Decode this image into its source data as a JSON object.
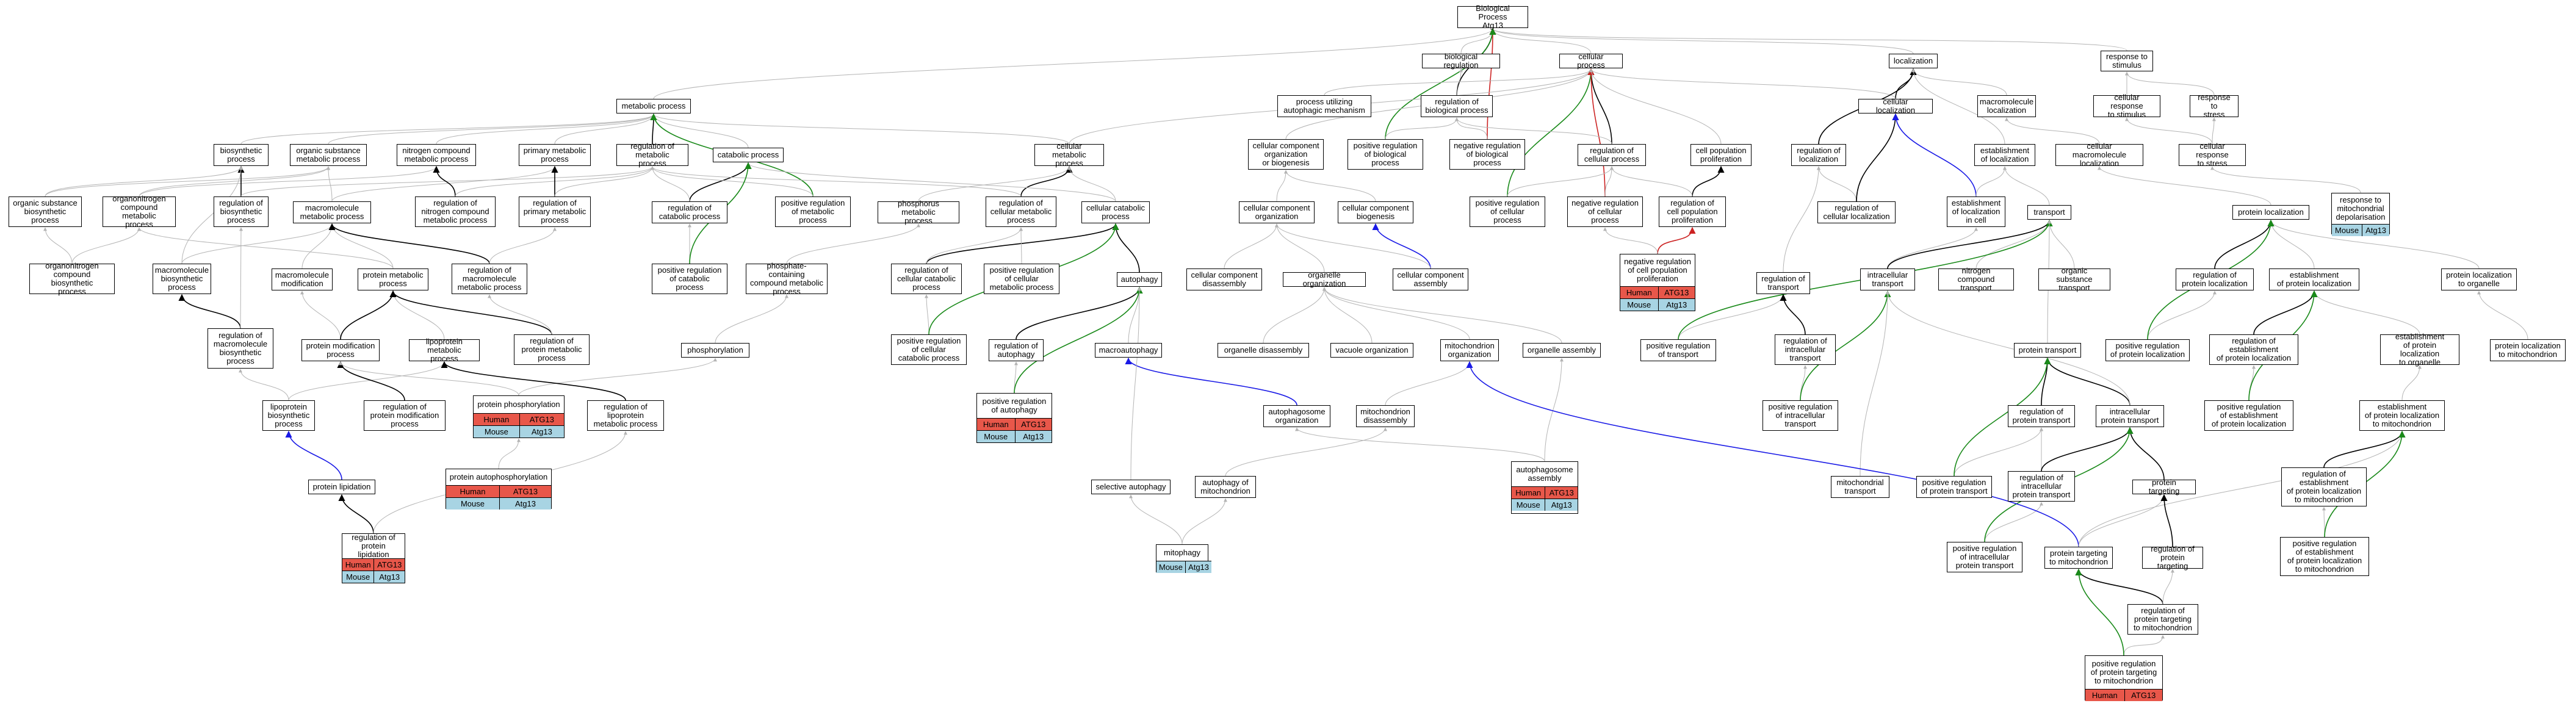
{
  "colors": {
    "edge_gray": "#b4b4b4",
    "edge_black": "#000000",
    "edge_green": "#1a8a1a",
    "edge_red": "#cc2222",
    "edge_blue": "#1a1ae6",
    "human_fill": "#e8574a",
    "mouse_fill": "#a8d4e3"
  },
  "nodes": [
    {
      "id": "bp",
      "label": "Biological Process\nAtg13"
    },
    {
      "id": "bioreg",
      "label": "biological regulation"
    },
    {
      "id": "cellproc",
      "label": "cellular process"
    },
    {
      "id": "localization",
      "label": "localization"
    },
    {
      "id": "resp_stim",
      "label": "response to\nstimulus"
    },
    {
      "id": "metab",
      "label": "metabolic process"
    },
    {
      "id": "proc_auto",
      "label": "process utilizing\nautophagic mechanism"
    },
    {
      "id": "reg_bio",
      "label": "regulation of\nbiological process"
    },
    {
      "id": "neg_reg_bio",
      "label": "negative regulation\nof biological\nprocess"
    },
    {
      "id": "reg_cell",
      "label": "regulation of\ncellular process"
    },
    {
      "id": "cell_loc",
      "label": "cellular localization"
    },
    {
      "id": "macro_loc",
      "label": "macromolecule\nlocalization"
    },
    {
      "id": "cell_resp_stim",
      "label": "cellular response\nto stimulus"
    },
    {
      "id": "resp_stress",
      "label": "response to\nstress"
    },
    {
      "id": "biosyn",
      "label": "biosynthetic\nprocess"
    },
    {
      "id": "org_sub_met",
      "label": "organic substance\nmetabolic process"
    },
    {
      "id": "nitro_met",
      "label": "nitrogen compound\nmetabolic process"
    },
    {
      "id": "prim_met",
      "label": "primary metabolic\nprocess"
    },
    {
      "id": "reg_met",
      "label": "regulation of\nmetabolic process"
    },
    {
      "id": "catab",
      "label": "catabolic process"
    },
    {
      "id": "cell_met",
      "label": "cellular metabolic\nprocess"
    },
    {
      "id": "cco",
      "label": "cellular component\norganization\nor biogenesis"
    },
    {
      "id": "pos_reg_bio",
      "label": "positive regulation\nof biological\nprocess"
    },
    {
      "id": "cell_pop",
      "label": "cell population\nproliferation"
    },
    {
      "id": "reg_loc",
      "label": "regulation of\nlocalization"
    },
    {
      "id": "estab_loc",
      "label": "establishment\nof localization"
    },
    {
      "id": "cell_macro_loc",
      "label": "cellular macromolecule\nlocalization"
    },
    {
      "id": "cell_resp_stress",
      "label": "cellular response\nto stress"
    },
    {
      "id": "org_sub_bio",
      "label": "organic substance\nbiosynthetic\nprocess"
    },
    {
      "id": "organonitro_met",
      "label": "organonitrogen\ncompound metabolic\nprocess"
    },
    {
      "id": "reg_biosyn",
      "label": "regulation of\nbiosynthetic\nprocess"
    },
    {
      "id": "macro_met",
      "label": "macromolecule\nmetabolic process"
    },
    {
      "id": "reg_nitro",
      "label": "regulation of\nnitrogen compound\nmetabolic process"
    },
    {
      "id": "reg_prim",
      "label": "regulation of\nprimary metabolic\nprocess"
    },
    {
      "id": "reg_catab",
      "label": "regulation of\ncatabolic process"
    },
    {
      "id": "pos_reg_met",
      "label": "positive regulation\nof metabolic\nprocess"
    },
    {
      "id": "phos_met",
      "label": "phosphorus metabolic\nprocess"
    },
    {
      "id": "reg_cell_met",
      "label": "regulation of\ncellular metabolic\nprocess"
    },
    {
      "id": "cell_catab",
      "label": "cellular catabolic\nprocess"
    },
    {
      "id": "cc_org",
      "label": "cellular component\norganization"
    },
    {
      "id": "cc_biogen",
      "label": "cellular component\nbiogenesis"
    },
    {
      "id": "pos_reg_cell",
      "label": "positive regulation\nof cellular\nprocess"
    },
    {
      "id": "neg_reg_cell",
      "label": "negative regulation\nof cellular\nprocess"
    },
    {
      "id": "reg_cell_pop",
      "label": "regulation of\ncell population\nproliferation"
    },
    {
      "id": "reg_cell_loc",
      "label": "regulation of\ncellular localization"
    },
    {
      "id": "estab_loc_cell",
      "label": "establishment\nof localization\nin cell"
    },
    {
      "id": "transport",
      "label": "transport"
    },
    {
      "id": "prot_loc",
      "label": "protein localization"
    },
    {
      "id": "resp_mito_depol",
      "label": "response to\nmitochondrial\ndepolarisation"
    },
    {
      "id": "organonitro_bio",
      "label": "organonitrogen\ncompound biosynthetic\nprocess"
    },
    {
      "id": "macro_bio",
      "label": "macromolecule\nbiosynthetic\nprocess"
    },
    {
      "id": "macro_mod",
      "label": "macromolecule\nmodification"
    },
    {
      "id": "prot_met",
      "label": "protein metabolic\nprocess"
    },
    {
      "id": "reg_macro_met",
      "label": "regulation of\nmacromolecule\nmetabolic process"
    },
    {
      "id": "pos_reg_catab",
      "label": "positive regulation\nof catabolic\nprocess"
    },
    {
      "id": "phosphate_met",
      "label": "phosphate-containing\ncompound metabolic\nprocess"
    },
    {
      "id": "reg_cell_catab",
      "label": "regulation of\ncellular catabolic\nprocess"
    },
    {
      "id": "pos_reg_cell_met",
      "label": "positive regulation\nof cellular\nmetabolic process"
    },
    {
      "id": "autophagy",
      "label": "autophagy"
    },
    {
      "id": "cc_disasm",
      "label": "cellular component\ndisassembly"
    },
    {
      "id": "organelle_org",
      "label": "organelle organization"
    },
    {
      "id": "cc_asm",
      "label": "cellular component\nassembly"
    },
    {
      "id": "reg_transport",
      "label": "regulation of\ntransport"
    },
    {
      "id": "intra_transport",
      "label": "intracellular\ntransport"
    },
    {
      "id": "nitro_transport",
      "label": "nitrogen compound\ntransport"
    },
    {
      "id": "org_sub_transport",
      "label": "organic substance\ntransport"
    },
    {
      "id": "reg_prot_loc",
      "label": "regulation of\nprotein localization"
    },
    {
      "id": "estab_prot_loc",
      "label": "establishment\nof protein localization"
    },
    {
      "id": "prot_loc_organelle",
      "label": "protein localization\nto organelle"
    },
    {
      "id": "reg_macro_bio",
      "label": "regulation of\nmacromolecule\nbiosynthetic\nprocess"
    },
    {
      "id": "prot_mod",
      "label": "protein modification\nprocess"
    },
    {
      "id": "lipoprot_met",
      "label": "lipoprotein\nmetabolic process"
    },
    {
      "id": "reg_prot_met",
      "label": "regulation of\nprotein metabolic\nprocess"
    },
    {
      "id": "phosphorylation",
      "label": "phosphorylation"
    },
    {
      "id": "pos_reg_cell_catab",
      "label": "positive regulation\nof cellular\ncatabolic process"
    },
    {
      "id": "reg_autophagy",
      "label": "regulation of\nautophagy"
    },
    {
      "id": "macroautophagy",
      "label": "macroautophagy"
    },
    {
      "id": "organelle_disasm",
      "label": "organelle disassembly"
    },
    {
      "id": "vacuole_org",
      "label": "vacuole organization"
    },
    {
      "id": "mito_org",
      "label": "mitochondrion\norganization"
    },
    {
      "id": "organelle_asm",
      "label": "organelle assembly"
    },
    {
      "id": "pos_reg_transport",
      "label": "positive regulation\nof transport"
    },
    {
      "id": "reg_intra_transport",
      "label": "regulation of\nintracellular\ntransport"
    },
    {
      "id": "prot_transport",
      "label": "protein transport"
    },
    {
      "id": "pos_reg_prot_loc",
      "label": "positive regulation\nof protein localization"
    },
    {
      "id": "reg_estab_prot_loc",
      "label": "regulation of\nestablishment\nof protein localization"
    },
    {
      "id": "estab_prot_loc_organelle",
      "label": "establishment\nof protein localization\nto organelle"
    },
    {
      "id": "prot_loc_mito",
      "label": "protein localization\nto mitochondrion"
    },
    {
      "id": "lipoprot_bio",
      "label": "lipoprotein\nbiosynthetic\nprocess"
    },
    {
      "id": "reg_prot_mod",
      "label": "regulation of\nprotein modification\nprocess"
    },
    {
      "id": "reg_lipoprot_met",
      "label": "regulation of\nlipoprotein\nmetabolic process"
    },
    {
      "id": "autophagosome_org",
      "label": "autophagosome\norganization"
    },
    {
      "id": "mito_disasm",
      "label": "mitochondrion\ndisassembly"
    },
    {
      "id": "pos_reg_intra_transport",
      "label": "positive regulation\nof intracellular\ntransport"
    },
    {
      "id": "reg_prot_transport",
      "label": "regulation of\nprotein transport"
    },
    {
      "id": "intra_prot_transport",
      "label": "intracellular\nprotein transport"
    },
    {
      "id": "pos_reg_estab_prot_loc",
      "label": "positive regulation\nof establishment\nof protein localization"
    },
    {
      "id": "estab_prot_loc_mito",
      "label": "establishment\nof protein localization\nto mitochondrion"
    },
    {
      "id": "prot_lipidation",
      "label": "protein lipidation"
    },
    {
      "id": "selective_autophagy",
      "label": "selective autophagy"
    },
    {
      "id": "autophagy_mito",
      "label": "autophagy of\nmitochondrion"
    },
    {
      "id": "mito_transport",
      "label": "mitochondrial\ntransport"
    },
    {
      "id": "pos_reg_prot_transport",
      "label": "positive regulation\nof protein transport"
    },
    {
      "id": "reg_intra_prot_transport",
      "label": "regulation of\nintracellular\nprotein transport"
    },
    {
      "id": "prot_targeting",
      "label": "protein targeting"
    },
    {
      "id": "reg_estab_prot_loc_mito",
      "label": "regulation of\nestablishment\nof protein localization\nto mitochondrion"
    },
    {
      "id": "pos_reg_intra_prot_transport",
      "label": "positive regulation\nof intracellular\nprotein transport"
    },
    {
      "id": "prot_targeting_mito",
      "label": "protein targeting\nto mitochondrion"
    },
    {
      "id": "reg_prot_targeting",
      "label": "regulation of\nprotein targeting"
    },
    {
      "id": "pos_reg_estab_prot_loc_mito",
      "label": "positive regulation\nof establishment\nof protein localization\nto mitochondrion"
    },
    {
      "id": "reg_prot_targeting_mito",
      "label": "regulation of\nprotein targeting\nto mitochondrion"
    }
  ],
  "annotated": [
    {
      "id": "neg_reg_cell_pop",
      "label": "negative regulation\nof cell population\nproliferation",
      "rows": [
        [
          "Human",
          "ATG13"
        ],
        [
          "Mouse",
          "Atg13"
        ]
      ]
    },
    {
      "id": "prot_phos",
      "label": "protein phosphorylation",
      "rows": [
        [
          "Human",
          "ATG13"
        ],
        [
          "Mouse",
          "Atg13"
        ]
      ]
    },
    {
      "id": "prot_autophos",
      "label": "protein autophosphorylation",
      "rows": [
        [
          "Human",
          "ATG13"
        ],
        [
          "Mouse",
          "Atg13"
        ]
      ]
    },
    {
      "id": "pos_reg_autophagy",
      "label": "positive regulation\nof autophagy",
      "rows": [
        [
          "Human",
          "ATG13"
        ],
        [
          "Mouse",
          "Atg13"
        ]
      ]
    },
    {
      "id": "autophagosome_asm",
      "label": "autophagosome\nassembly",
      "rows": [
        [
          "Human",
          "ATG13"
        ],
        [
          "Mouse",
          "Atg13"
        ]
      ]
    },
    {
      "id": "reg_prot_lipidation",
      "label": "regulation of\nprotein lipidation",
      "rows": [
        [
          "Human",
          "ATG13"
        ],
        [
          "Mouse",
          "Atg13"
        ]
      ]
    },
    {
      "id": "mitophagy",
      "label": "mitophagy",
      "rows": [
        [
          "Mouse",
          "Atg13"
        ]
      ]
    },
    {
      "id": "resp_mito_depol_ann",
      "label": "",
      "rows": [
        [
          "Mouse",
          "Atg13"
        ]
      ]
    },
    {
      "id": "pos_reg_prot_targeting_mito",
      "label": "positive regulation\nof protein targeting\nto mitochondrion",
      "rows": [
        [
          "Human",
          "ATG13"
        ]
      ]
    }
  ]
}
